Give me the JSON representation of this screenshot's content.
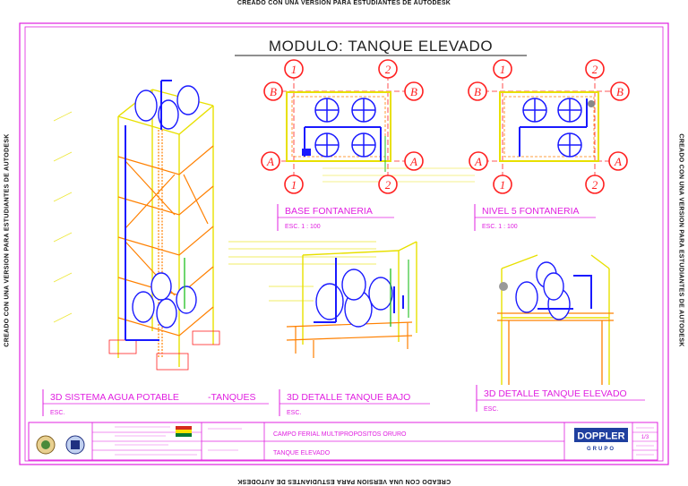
{
  "watermark": "CREADO CON UNA VERSION PARA ESTUDIANTES DE AUTODESK",
  "title": "MODULO: TANQUE ELEVADO",
  "grid_labels": {
    "one": "1",
    "two": "2",
    "a": "A",
    "b": "B"
  },
  "views": {
    "base_fontaneria": {
      "title": "BASE FONTANERIA",
      "scale": "ESC.    1 : 100"
    },
    "nivel5_fontaneria": {
      "title": "NIVEL 5 FONTANERIA",
      "scale": "ESC.    1 : 100"
    },
    "sistema_agua": {
      "title": "3D SISTEMA AGUA POTABLE",
      "scale": "ESC."
    },
    "tanques": {
      "title": "-TANQUES"
    },
    "detalle_bajo": {
      "title": "3D DETALLE TANQUE BAJO",
      "scale": "ESC."
    },
    "detalle_elevado": {
      "title": "3D DETALLE TANQUE ELEVADO",
      "scale": "ESC."
    }
  },
  "title_block": {
    "project": "CAMPO FERIAL MULTIPROPOSITOS ORURO",
    "sheet_content": "TANQUE ELEVADO",
    "company": "DOPPLER",
    "company_sub": "GRUPO",
    "sheet_number": "1/3"
  },
  "colors": {
    "frame": "#e020e0",
    "pipe": "#1a1aff",
    "structure": "#e8e000",
    "orange": "#ff8000",
    "red": "#ff2020",
    "green": "#20c020"
  }
}
